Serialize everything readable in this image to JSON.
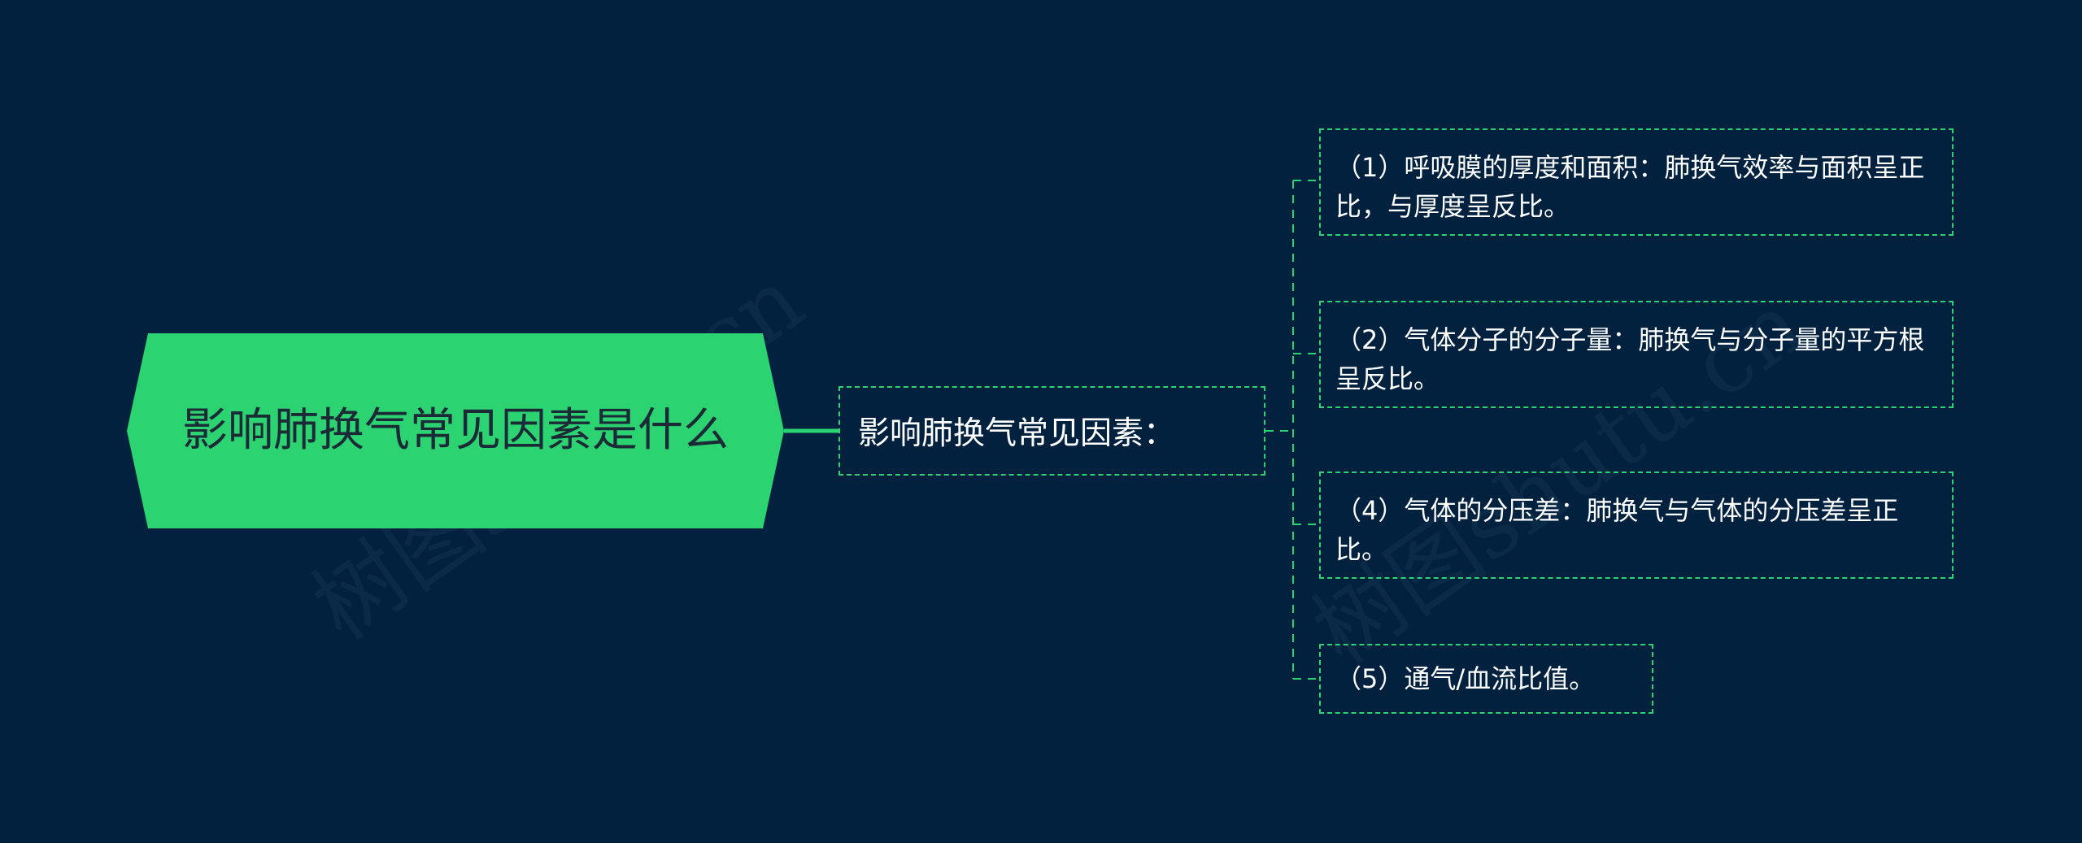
{
  "root": {
    "label": "影响肺换气常见因素是什么"
  },
  "topic": {
    "label": "影响肺换气常见因素："
  },
  "items": [
    {
      "label": "（1）呼吸膜的厚度和面积：肺换气效率与面积呈正比，与厚度呈反比。"
    },
    {
      "label": "（2）气体分子的分子量：肺换气与分子量的平方根呈反比。"
    },
    {
      "label": "（4）气体的分压差：肺换气与气体的分压差呈正比。"
    },
    {
      "label": "（5）通气/血流比值。"
    }
  ],
  "watermark": {
    "text": "树图shutu.cn"
  },
  "colors": {
    "background": "#01213f",
    "accent": "#2bd471",
    "root_text": "#1c2a38",
    "leaf_text": "#ffffff"
  }
}
